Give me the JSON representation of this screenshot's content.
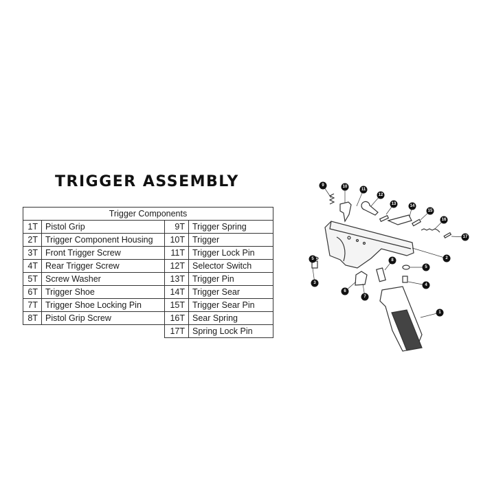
{
  "title": "TRIGGER ASSEMBLY",
  "table": {
    "header": "Trigger Components",
    "left": [
      {
        "num": "1T",
        "name": "Pistol Grip"
      },
      {
        "num": "2T",
        "name": "Trigger Component Housing"
      },
      {
        "num": "3T",
        "name": "Front Trigger Screw"
      },
      {
        "num": "4T",
        "name": "Rear Trigger Screw"
      },
      {
        "num": "5T",
        "name": "Screw Washer"
      },
      {
        "num": "6T",
        "name": "Trigger Shoe"
      },
      {
        "num": "7T",
        "name": "Trigger Shoe Locking Pin"
      },
      {
        "num": "8T",
        "name": "Pistol Grip Screw"
      }
    ],
    "right": [
      {
        "num": "9T",
        "name": "Trigger Spring"
      },
      {
        "num": "10T",
        "name": "Trigger"
      },
      {
        "num": "11T",
        "name": "Trigger Lock Pin"
      },
      {
        "num": "12T",
        "name": "Selector Switch"
      },
      {
        "num": "13T",
        "name": "Trigger Pin"
      },
      {
        "num": "14T",
        "name": "Trigger Sear"
      },
      {
        "num": "15T",
        "name": "Trigger Sear Pin"
      },
      {
        "num": "16T",
        "name": "Sear Spring"
      },
      {
        "num": "17T",
        "name": "Spring Lock Pin"
      }
    ]
  },
  "diagram": {
    "callouts": [
      "9",
      "10",
      "11",
      "12",
      "13",
      "14",
      "15",
      "16",
      "17",
      "2",
      "5",
      "5",
      "8",
      "3",
      "4",
      "6",
      "7",
      "1"
    ]
  }
}
